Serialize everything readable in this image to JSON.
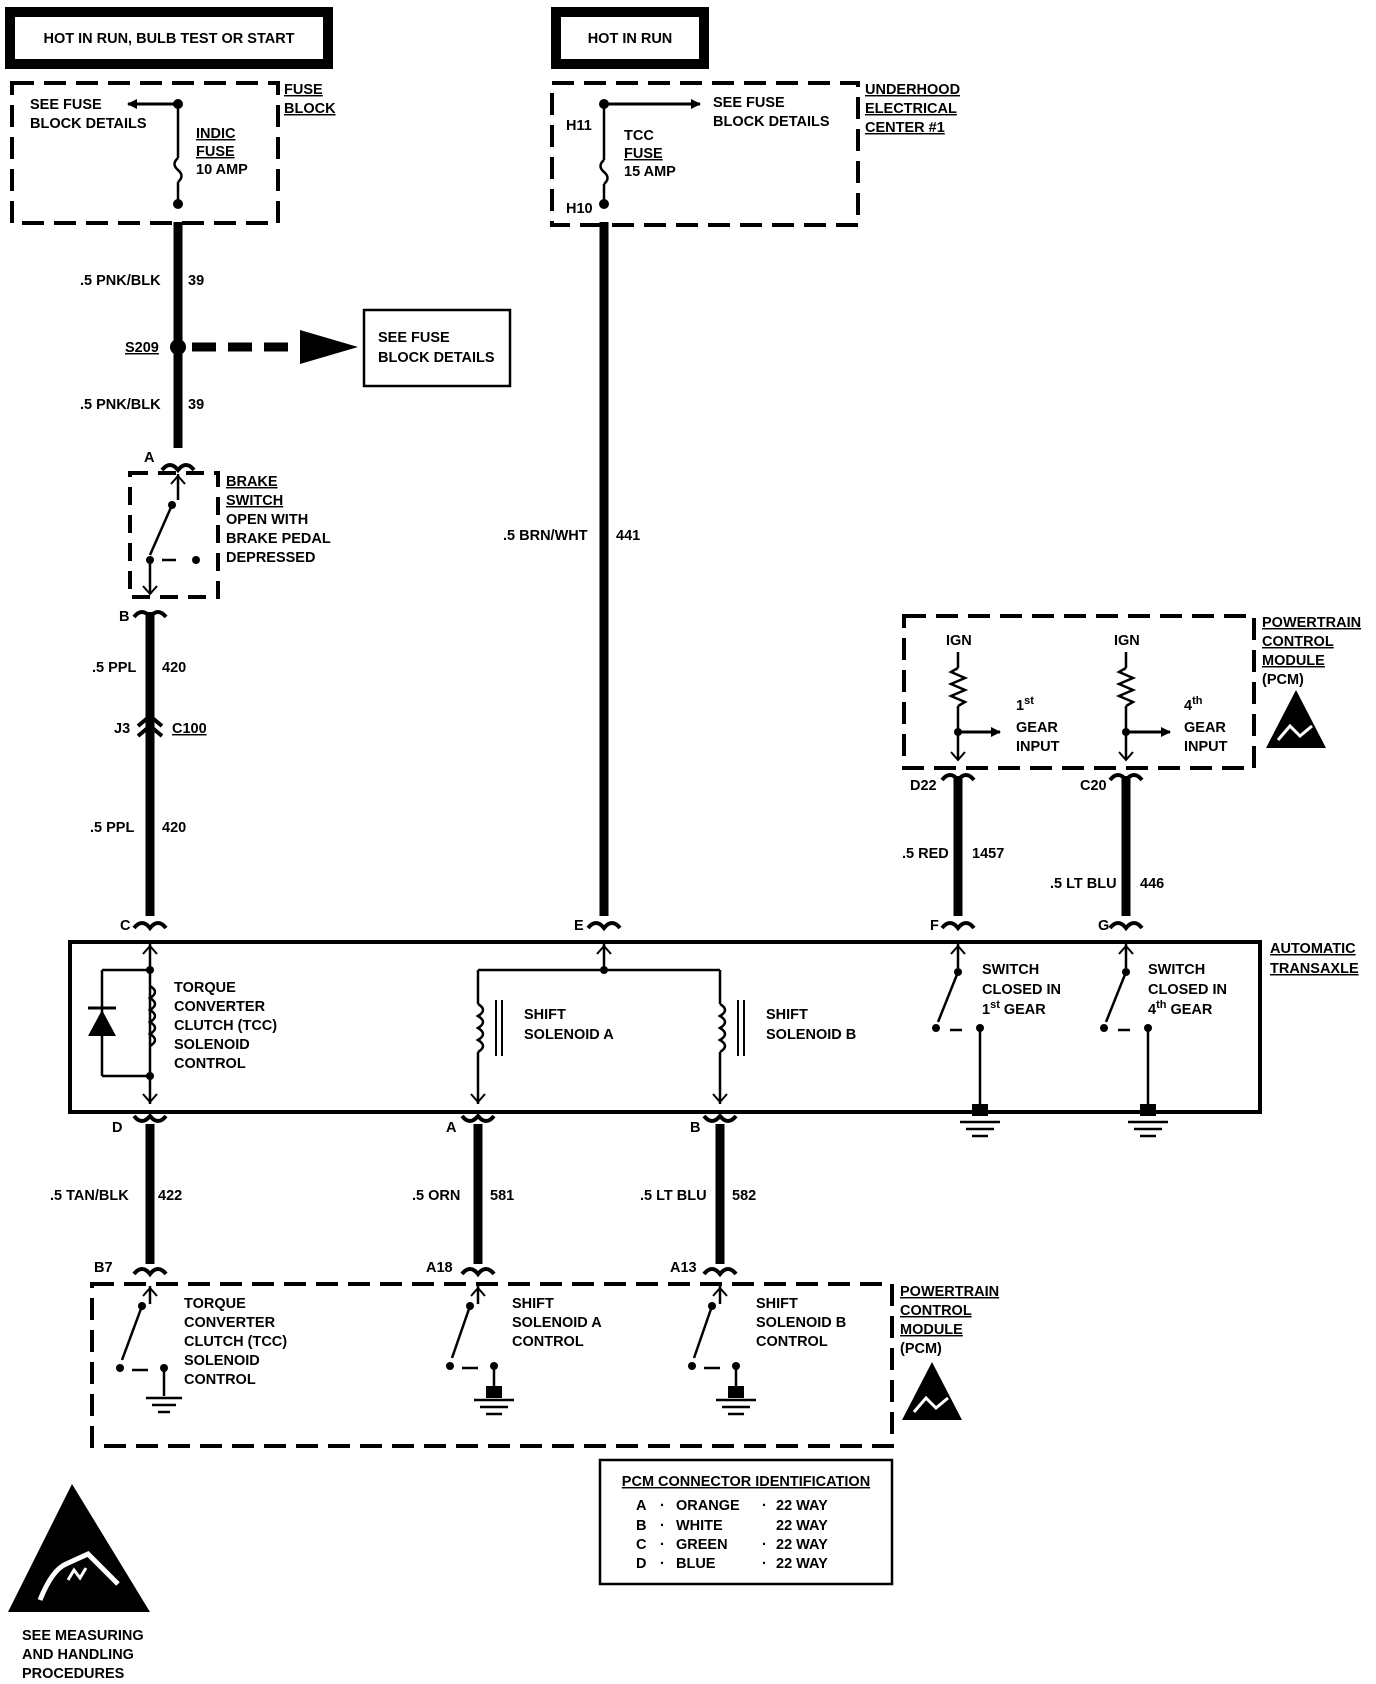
{
  "power_sources": {
    "left": "HOT IN RUN, BULB TEST OR START",
    "right": "HOT IN RUN"
  },
  "fuse_block": {
    "title1": "FUSE",
    "title2": "BLOCK",
    "see1": "SEE FUSE",
    "see2": "BLOCK DETAILS",
    "fuse1": "INDIC",
    "fuse2": "FUSE",
    "fuse3": "10 AMP"
  },
  "underhood": {
    "title1": "UNDERHOOD",
    "title2": "ELECTRICAL",
    "title3": "CENTER #1",
    "see1": "SEE FUSE",
    "see2": "BLOCK DETAILS",
    "pin_top": "H11",
    "pin_bottom": "H10",
    "fuse1": "TCC",
    "fuse2": "FUSE",
    "fuse3": "15 AMP"
  },
  "wires": {
    "w39_top_color": ".5 PNK/BLK",
    "w39_top_num": "39",
    "splice": "S209",
    "w39_bot_color": ".5 PNK/BLK",
    "w39_bot_num": "39",
    "w420_top_color": ".5 PPL",
    "w420_top_num": "420",
    "c100_pin": "J3",
    "c100": "C100",
    "w420_bot_color": ".5 PPL",
    "w420_bot_num": "420",
    "w441_color": ".5 BRN/WHT",
    "w441_num": "441",
    "w1457_color": ".5 RED",
    "w1457_num": "1457",
    "w446_color": ".5 LT BLU",
    "w446_num": "446",
    "w422_color": ".5 TAN/BLK",
    "w422_num": "422",
    "w581_color": ".5 ORN",
    "w581_num": "581",
    "w582_color": ".5 LT BLU",
    "w582_num": "582"
  },
  "splice_box": {
    "line1": "SEE FUSE",
    "line2": "BLOCK DETAILS"
  },
  "brake_switch": {
    "pin_a": "A",
    "pin_b": "B",
    "line1": "BRAKE",
    "line2": "SWITCH",
    "line3": "OPEN WITH",
    "line4": "BRAKE PEDAL",
    "line5": "DEPRESSED"
  },
  "pcm_top": {
    "title1": "POWERTRAIN",
    "title2": "CONTROL",
    "title3": "MODULE",
    "title4": "(PCM)",
    "ign1": "IGN",
    "ign2": "IGN",
    "in1_a": "1",
    "in1_sup": "st",
    "in1_b": "GEAR",
    "in1_c": "INPUT",
    "in4_a": "4",
    "in4_sup": "th",
    "in4_b": "GEAR",
    "in4_c": "INPUT",
    "pin_d22": "D22",
    "pin_c20": "C20"
  },
  "transaxle": {
    "title1": "AUTOMATIC",
    "title2": "TRANSAXLE",
    "pin_c": "C",
    "pin_e": "E",
    "pin_f": "F",
    "pin_g": "G",
    "pin_d": "D",
    "pin_a": "A",
    "pin_b": "B",
    "tcc1": "TORQUE",
    "tcc2": "CONVERTER",
    "tcc3": "CLUTCH (TCC)",
    "tcc4": "SOLENOID",
    "tcc5": "CONTROL",
    "sa1": "SHIFT",
    "sa2": "SOLENOID A",
    "sb1": "SHIFT",
    "sb2": "SOLENOID B",
    "sw1_1": "SWITCH",
    "sw1_2": "CLOSED IN",
    "sw1_3a": "1",
    "sw1_3sup": "st",
    "sw1_3b": "GEAR",
    "sw4_1": "SWITCH",
    "sw4_2": "CLOSED IN",
    "sw4_3a": "4",
    "sw4_3sup": "th",
    "sw4_3b": "GEAR"
  },
  "pcm_bottom": {
    "title1": "POWERTRAIN",
    "title2": "CONTROL",
    "title3": "MODULE",
    "title4": "(PCM)",
    "pin_b7": "B7",
    "pin_a18": "A18",
    "pin_a13": "A13",
    "tcc1": "TORQUE",
    "tcc2": "CONVERTER",
    "tcc3": "CLUTCH (TCC)",
    "tcc4": "SOLENOID",
    "tcc5": "CONTROL",
    "sa1": "SHIFT",
    "sa2": "SOLENOID A",
    "sa3": "CONTROL",
    "sb1": "SHIFT",
    "sb2": "SOLENOID B",
    "sb3": "CONTROL"
  },
  "connector_table": {
    "title": "PCM CONNECTOR IDENTIFICATION",
    "rows": [
      {
        "id": "A",
        "color": "ORANGE",
        "size": "22 WAY"
      },
      {
        "id": "B",
        "color": "WHITE",
        "size": "22 WAY"
      },
      {
        "id": "C",
        "color": "GREEN",
        "size": "22 WAY"
      },
      {
        "id": "D",
        "color": "BLUE",
        "size": "22 WAY"
      }
    ]
  },
  "esd_note": {
    "line1": "SEE MEASURING",
    "line2": "AND HANDLING",
    "line3": "PROCEDURES"
  }
}
